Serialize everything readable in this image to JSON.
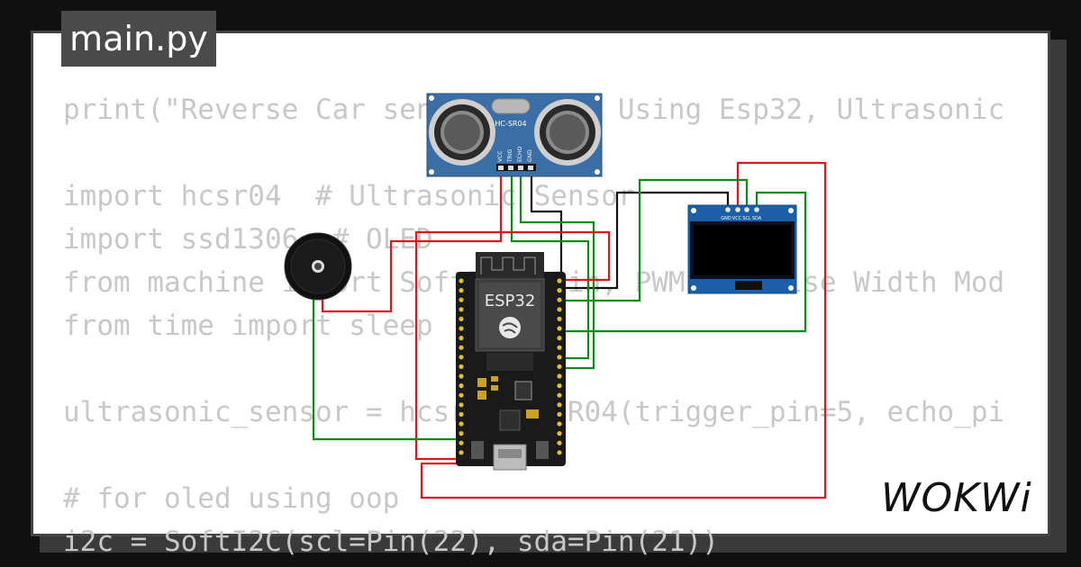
{
  "tab": {
    "filename": "main.py"
  },
  "code_lines": [
    "print(\"Reverse Car sensor System Using Esp32, Ultrasonic",
    "",
    "import hcsr04  # Ultrasonic Sensor",
    "import ssd1306  # OLED",
    "from machine import SoftI2C, Pin, PWM  # Pulse Width Mod",
    "from time import sleep",
    "",
    "ultrasonic_sensor = hcsr04.HCSR04(trigger_pin=5, echo_pi",
    "",
    "# for oled using oop",
    "i2c = SoftI2C(scl=Pin(22), sda=Pin(21))"
  ],
  "components": {
    "ultrasonic": {
      "label": "HC-SR04",
      "pins": [
        "VCC",
        "TRIG",
        "ECHO",
        "GND"
      ]
    },
    "esp32": {
      "label": "ESP32"
    },
    "oled": {
      "pins": [
        "GND",
        "VCC",
        "SCL",
        "SDA"
      ]
    },
    "buzzer": {
      "label": "buzzer"
    }
  },
  "brand": {
    "logo": "WOKWi"
  },
  "colors": {
    "wire_red": "#e0141e",
    "wire_green": "#0e8a16",
    "wire_black": "#111111",
    "sensor_blue": "#3b6ea5",
    "board_black": "#1a1a1a",
    "oled_blue": "#1b5fa8"
  }
}
